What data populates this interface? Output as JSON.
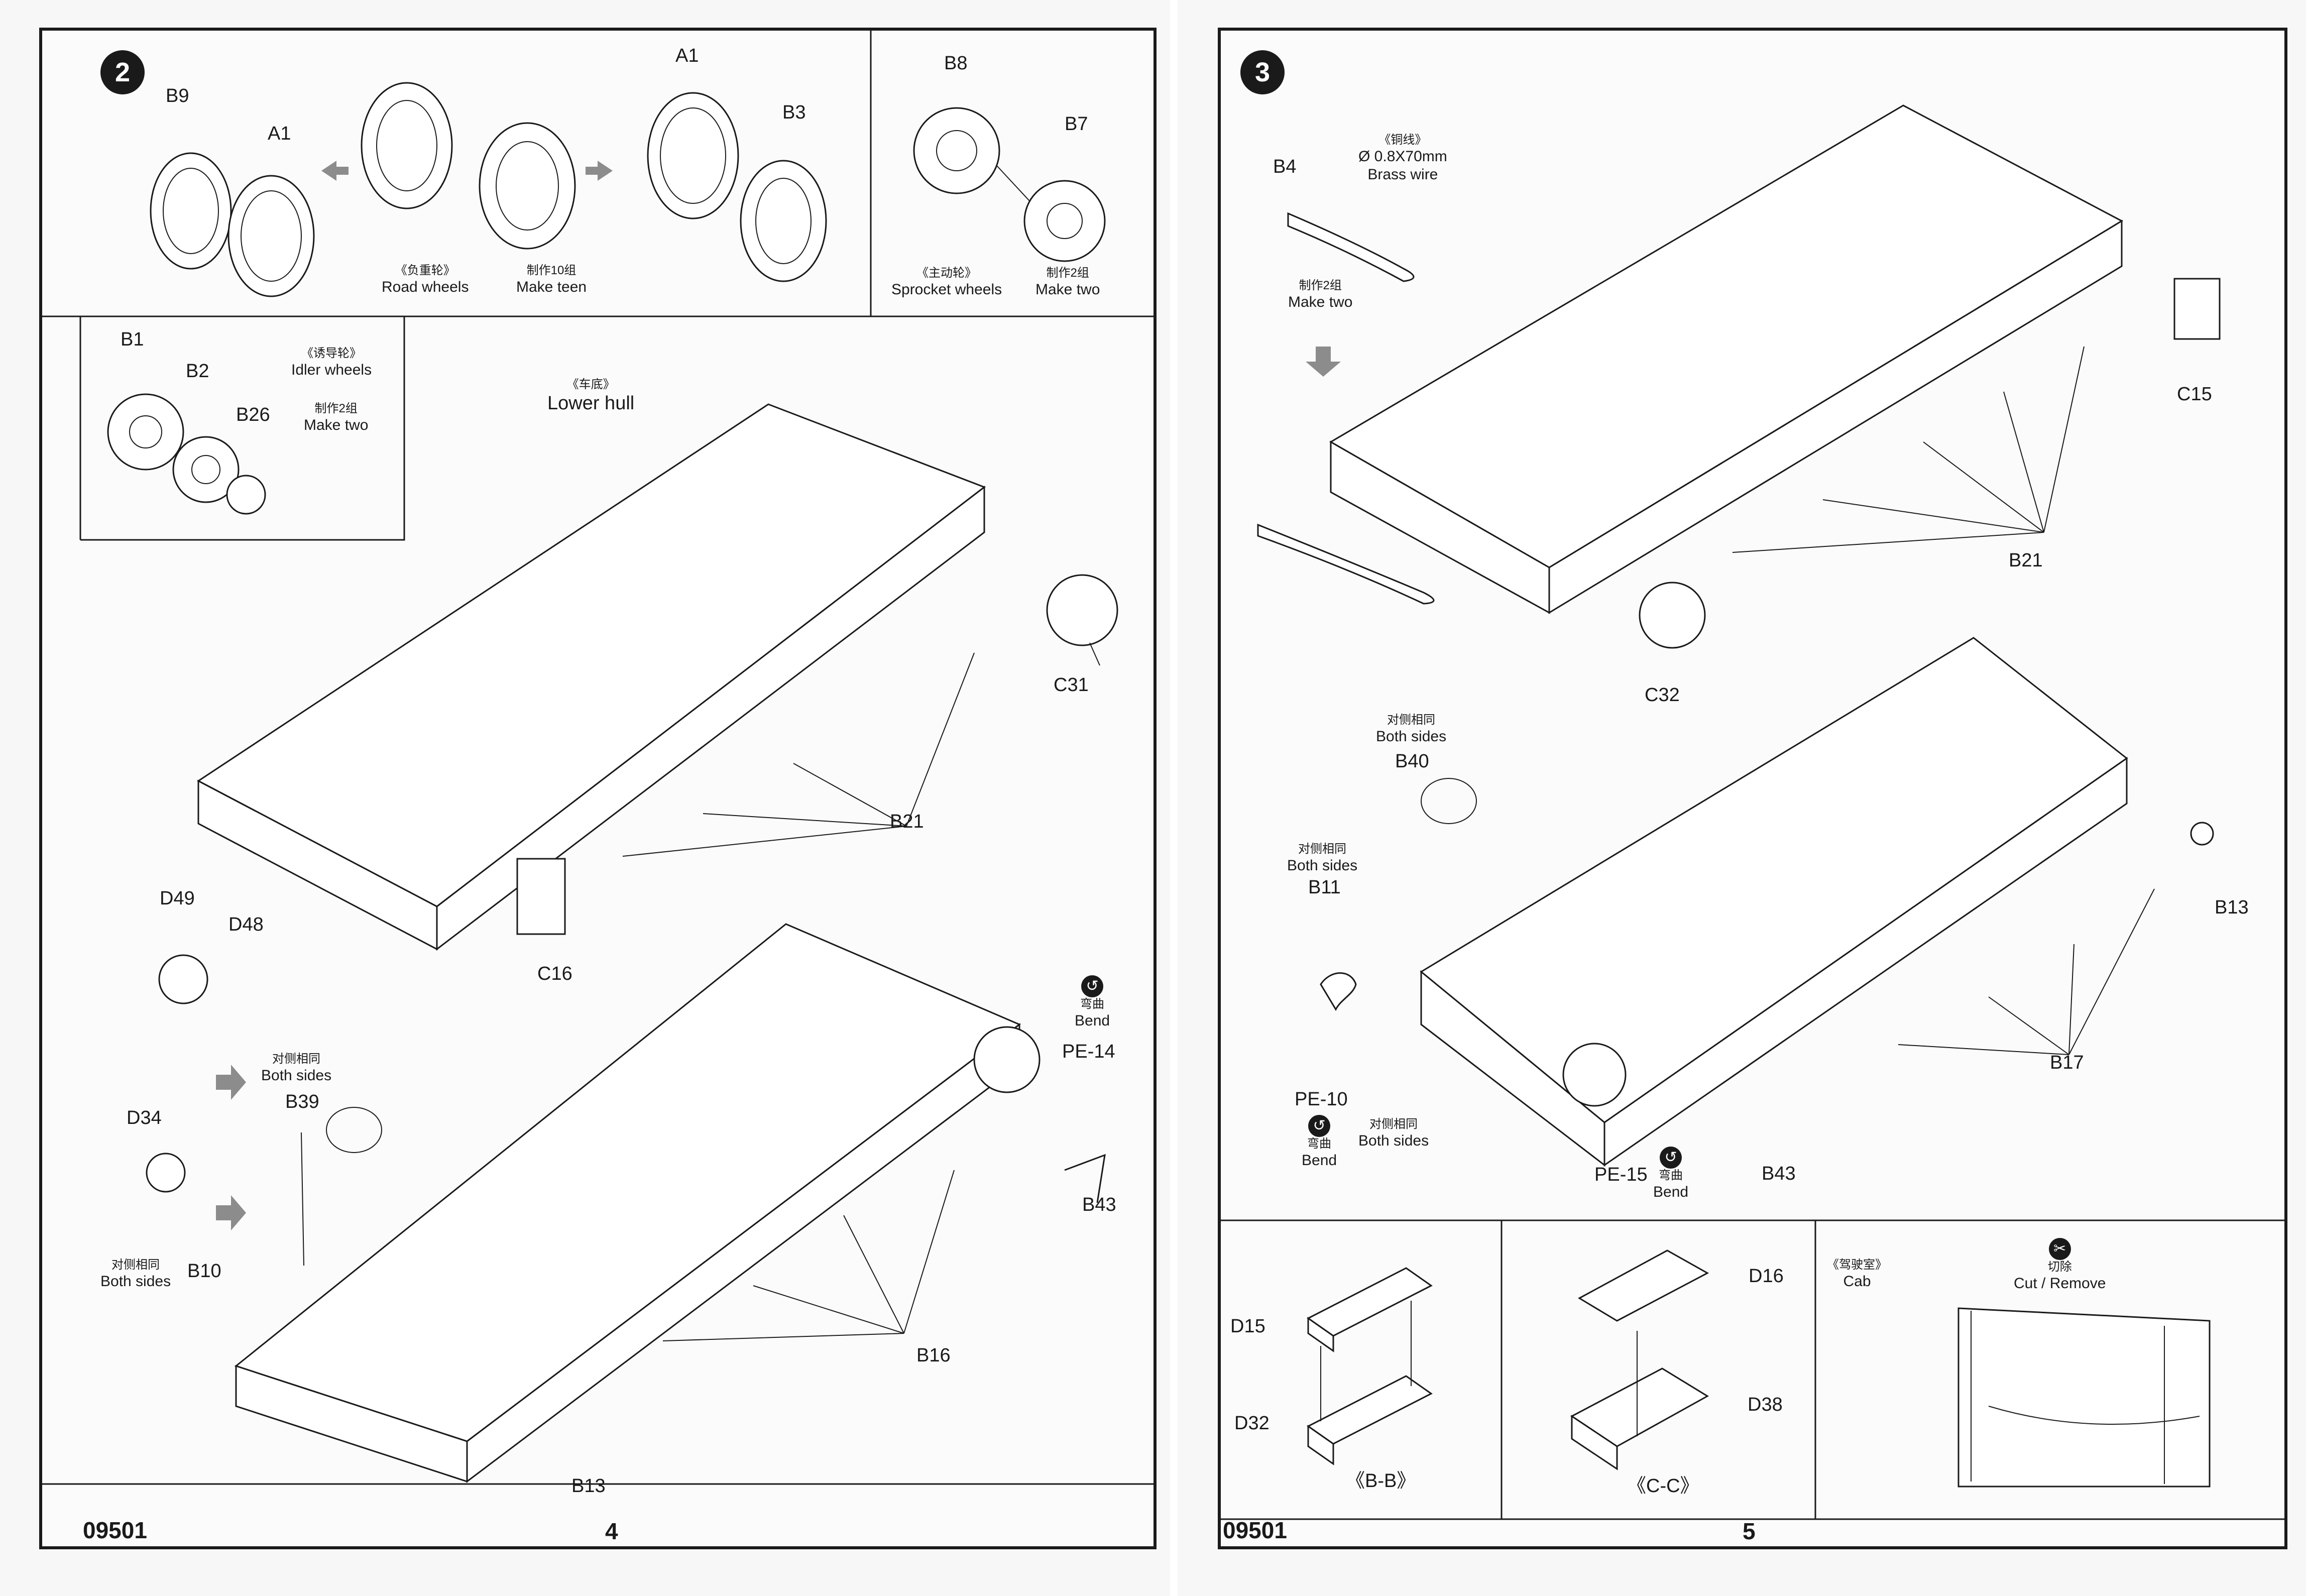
{
  "page_left": {
    "step_number": "2",
    "footer_code": "09501",
    "page_number": "4",
    "road_wheels": {
      "labels": [
        "B9",
        "A1",
        "A1",
        "B3"
      ],
      "name_cn": "《负重轮》",
      "name_en": "Road  wheels",
      "qty_cn": "制作10组",
      "qty_en": "Make teen"
    },
    "sprocket": {
      "labels": [
        "B8",
        "B7"
      ],
      "name_cn": "《主动轮》",
      "name_en": "Sprocket wheels",
      "qty_cn": "制作2组",
      "qty_en": "Make two"
    },
    "idler": {
      "labels": [
        "B1",
        "B2",
        "B26"
      ],
      "name_cn": "《诱导轮》",
      "name_en": "Idler wheels",
      "qty_cn": "制作2组",
      "qty_en": "Make two"
    },
    "lower_hull": {
      "name_cn": "《车底》",
      "name_en": "Lower hull"
    },
    "upper_labels": [
      "C31",
      "B21",
      "C16"
    ],
    "lower_labels": {
      "d49": "D49",
      "d48": "D48",
      "d34": "D34",
      "b39": "B39",
      "b10": "B10",
      "b13": "B13",
      "b16": "B16",
      "b43": "B43",
      "pe14": "PE-14"
    },
    "both_sides_a": {
      "cn": "对侧相同",
      "en": "Both sides"
    },
    "both_sides_b": {
      "cn": "对侧相同",
      "en": "Both sides"
    },
    "bend": {
      "cn": "弯曲",
      "en": "Bend"
    }
  },
  "page_right": {
    "step_number": "3",
    "footer_code": "09501",
    "page_number": "5",
    "brass_wire": {
      "label": "B4",
      "name_cn": "《铜线》",
      "spec": "Ø 0.8X70mm",
      "name_en": "Brass wire",
      "qty_cn": "制作2组",
      "qty_en": "Make two"
    },
    "upper_labels": [
      "C15",
      "B21",
      "C32"
    ],
    "lower_labels": {
      "b40": "B40",
      "b11": "B11",
      "pe10": "PE-10",
      "pe15": "PE-15",
      "b43": "B43",
      "b13": "B13",
      "b17": "B17"
    },
    "both_sides_1": {
      "cn": "对侧相同",
      "en": "Both sides"
    },
    "both_sides_2": {
      "cn": "对侧相同",
      "en": "Both sides"
    },
    "both_sides_3": {
      "cn": "对侧相同",
      "en": "Both sides"
    },
    "bend_1": {
      "cn": "弯曲",
      "en": "Bend"
    },
    "bend_2": {
      "cn": "弯曲",
      "en": "Bend"
    },
    "sub_bb": {
      "d15": "D15",
      "d32": "D32",
      "caption": "《B-B》"
    },
    "sub_cc": {
      "d16": "D16",
      "d38": "D38",
      "caption": "《C-C》"
    },
    "cab": {
      "name_cn": "《驾驶室》",
      "name_en": "Cab",
      "cut_cn": "切除",
      "cut_en": "Cut / Remove"
    }
  }
}
